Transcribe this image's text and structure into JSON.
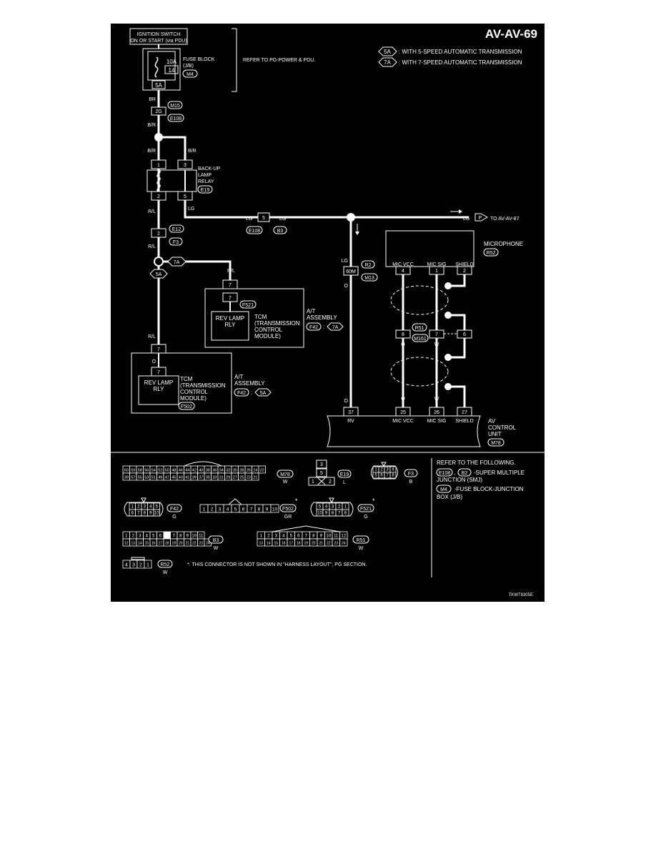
{
  "page_id": "AV-AV-69",
  "legend": {
    "tag_5a": "5A",
    "tag_7a": "7A",
    "line_5a": ": WITH 5-SPEED AUTOMATIC TRANSMISSION",
    "line_7a": ": WITH 7-SPEED AUTOMATIC TRANSMISSION"
  },
  "ignition": {
    "line1": "IGNITION SWITCH",
    "line2": "ON OR START (via PDU)"
  },
  "fuse_block": {
    "line1": "FUSE BLOCK",
    "line2": "(J/B)",
    "amps": "10A",
    "number": "14",
    "connector": "M4",
    "pin": "5A"
  },
  "refer_power": "REFER TO PG-POWER & PDU.",
  "wires": {
    "br": "BR",
    "b_r": "B/R",
    "r_l": "R/L",
    "lg": "LG",
    "o": "O",
    "w": "W"
  },
  "junction_pin": "2G",
  "connectors": {
    "m15": "M15",
    "e108": "E108",
    "e19": "E19",
    "e12": "E12",
    "f3": "F3",
    "b3": "B3",
    "r2": "R2",
    "m13": "M13",
    "f521": "F521",
    "f42": "F42",
    "f502": "F502",
    "r52": "R52",
    "r51": "R51",
    "m161": "M161",
    "m78": "M78"
  },
  "relay": {
    "line1": "BACK-UP",
    "line2": "LAMP",
    "line3": "RELAY",
    "pin1": "1",
    "pin2": "2",
    "pin3": "3",
    "pin5": "5"
  },
  "pins": {
    "p2": "2",
    "p5": "5",
    "p7": "7",
    "p60m": "60M",
    "p4": "4",
    "p1": "1",
    "p8": "8",
    "p6": "6",
    "p37": "37",
    "p25": "25",
    "p26": "26",
    "p27": "27"
  },
  "to_av87": "TO AV-AV-87",
  "tcm": {
    "rly1": "REV LAMP",
    "rly2": "RLY",
    "l1": "TCM",
    "l2": "(TRANSMISSION",
    "l3": "CONTROL",
    "l4": "MODULE)",
    "asm1": "A/T",
    "asm2": "ASSEMBLY",
    "sep": ":"
  },
  "microphone": {
    "label": "MICROPHONE",
    "vcc": "MIC VCC",
    "sig": "MIC SIG",
    "shield": "SHIELD"
  },
  "av_unit": {
    "rv": "RV",
    "vcc": "MIC VCC",
    "sig": "MIC SIG",
    "shield": "SHIELD",
    "l1": "AV",
    "l2": "CONTROL",
    "l3": "UNIT"
  },
  "refer": {
    "title": "REFER TO THE FOLLOWING.",
    "c1": "E108",
    "comma": ",",
    "c2": "B2",
    "smj1": "-SUPER MULTIPLE",
    "smj2": "JUNCTION (SMJ)",
    "c3": "M4",
    "fb1": "-FUSE BLOCK-JUNCTION",
    "fb2": "BOX (J/B)"
  },
  "connector_views": {
    "m78_top": [
      "60",
      "59",
      "58",
      "56",
      "54",
      "52",
      "50",
      "48",
      "46",
      "44",
      "42",
      "40",
      "38",
      "36",
      "34",
      "32",
      "30",
      "28",
      "26",
      "24",
      "22"
    ],
    "m78_bottom": [
      "39",
      "57",
      "55",
      "53",
      "51",
      "49",
      "47",
      "45",
      "43",
      "41",
      "39",
      "37",
      "35",
      "33",
      "31",
      "29",
      "27",
      "25",
      "23",
      "21"
    ],
    "m78_color": "W",
    "e19_top": "3",
    "e19_mid": "5",
    "e19_b1": "1",
    "e19_b2": "2",
    "e19_name": "E19",
    "e19_color": "L",
    "f3_top": [
      "1",
      "2",
      "3",
      "4"
    ],
    "f3_bottom": [
      "5",
      "6",
      "7",
      "8"
    ],
    "f3_name": "F3",
    "f3_color": "B",
    "f42_top": [
      "1",
      "2",
      "3",
      "4",
      "5"
    ],
    "f42_bottom": [
      "6",
      "7",
      "8",
      "9",
      "10"
    ],
    "f42_name": "F42",
    "f42_color": "G",
    "f502_cells": [
      "1",
      "2",
      "3",
      "4",
      "5",
      "6",
      "7",
      "8",
      "9",
      "10"
    ],
    "f502_name": "F502",
    "f502_color": "GR",
    "f521_top": [
      "5",
      "4",
      "3",
      "2",
      "1"
    ],
    "f521_bottom": [
      "10",
      "9",
      "8",
      "7",
      "6"
    ],
    "f521_name": "F521",
    "f521_color": "G",
    "b3_top": [
      "1",
      "2",
      "3",
      "4",
      "5",
      "6",
      "",
      "7",
      "8",
      "9",
      "10",
      "11"
    ],
    "b3_bottom": [
      "12",
      "13",
      "14",
      "15",
      "16",
      "17",
      "18",
      "19",
      "20",
      "21",
      "22",
      "23",
      "24"
    ],
    "b3_name": "B3",
    "b3_color": "W",
    "r51_top": [
      "1",
      "2",
      "3",
      "4",
      "5",
      "6",
      "7",
      "8",
      "9",
      "10",
      "11",
      "12"
    ],
    "r51_bottom": [
      "13",
      "14",
      "15",
      "16",
      "17",
      "18",
      "19",
      "20",
      "21",
      "22",
      "23",
      "24"
    ],
    "r51_name": "R51",
    "r51_color": "W",
    "r52_cells": [
      "4",
      "3",
      "2",
      "1"
    ],
    "r52_name": "R52",
    "r52_color": "W",
    "star": "*"
  },
  "footnote": "*: THIS CONNECTOR IS NOT SHOWN IN \"HARNESS LAYOUT\", PG SECTION.",
  "diagram_code": "TKWT8305E"
}
